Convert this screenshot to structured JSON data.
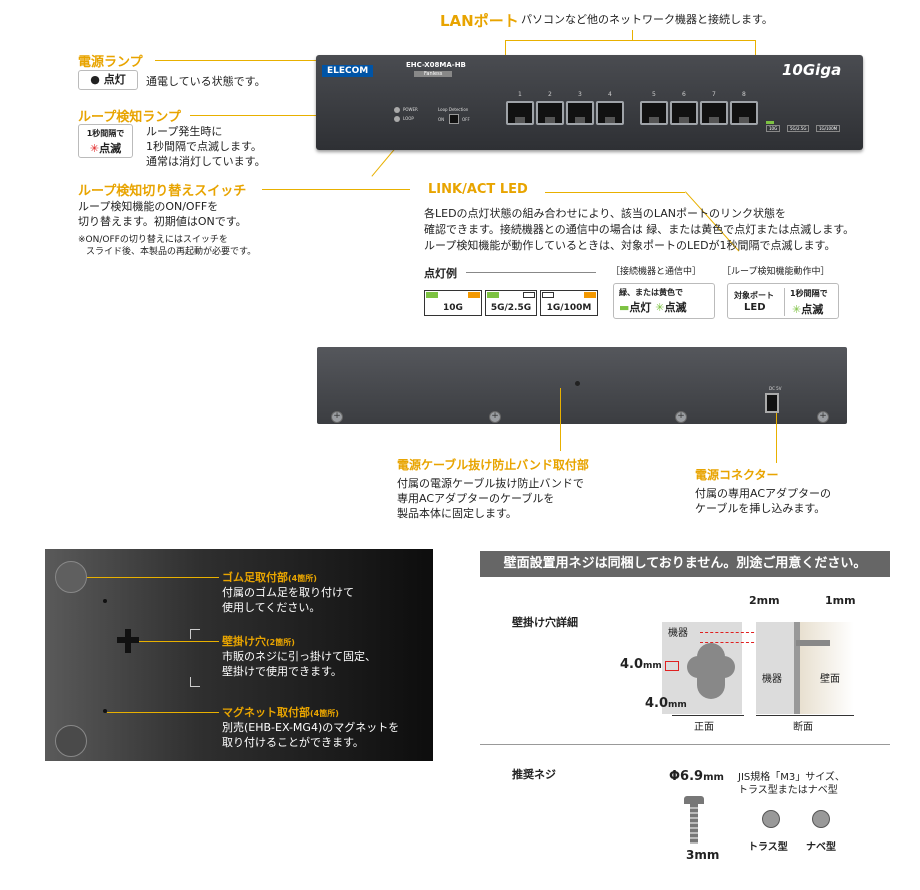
{
  "lan_port": {
    "title": "LANポート",
    "desc": "パソコンなど他のネットワーク機器と接続します。"
  },
  "power_lamp": {
    "title": "電源ランプ",
    "badge": "● 点灯",
    "desc": "通電している状態です。"
  },
  "loop_lamp": {
    "title": "ループ検知ランプ",
    "badge_top": "1秒間隔で",
    "badge_bottom": "点滅",
    "desc1": "ループ発生時に",
    "desc2": "1秒間隔で点滅します。",
    "desc3": "通常は消灯しています。"
  },
  "loop_switch": {
    "title": "ループ検知切り替えスイッチ",
    "desc1": "ループ検知機能のON/OFFを",
    "desc2": "切り替えます。初期値はONです。",
    "note1": "※ON/OFFの切り替えにはスイッチを",
    "note2": "スライド後、本製品の再起動が必要です。"
  },
  "device": {
    "brand": "ELECOM",
    "model": "EHC-X08MA-HB",
    "model_sub": "Fanless",
    "power_label": "POWER",
    "loop_label": "LOOP",
    "loop_detect_label": "Loop Detection",
    "on": "ON",
    "off": "OFF",
    "logo": "10Giga",
    "ports": [
      "1",
      "2",
      "3",
      "4",
      "5",
      "6",
      "7",
      "8"
    ],
    "led_legend": [
      "10G",
      "5G/2.5G",
      "1G/100M"
    ],
    "dc_label": "DC 5V"
  },
  "link_led": {
    "title": "LINK/ACT LED",
    "desc1": "各LEDの点灯状態の組み合わせにより、該当のLANポートのリンク状態を",
    "desc2": "確認できます。接続機器との通信中の場合は 緑、または黄色で点灯または点滅します。",
    "desc3": "ループ検知機能が動作しているときは、対象ポートのLEDが1秒間隔で点滅します。",
    "example_label": "点灯例",
    "examples": [
      "10G",
      "5G/2.5G",
      "1G/100M"
    ],
    "comm_label": "［接続機器と通信中］",
    "comm_line1": "緑、または黄色で",
    "comm_lit": "点灯",
    "comm_blink": "点滅",
    "loop_label": "［ループ検知機能動作中］",
    "loop_target1": "対象ポート",
    "loop_target2": "LED",
    "loop_interval": "1秒間隔で",
    "loop_blink": "点滅"
  },
  "rear": {
    "band": {
      "title": "電源ケーブル抜け防止バンド取付部",
      "desc1": "付属の電源ケーブル抜け防止バンドで",
      "desc2": "専用ACアダプターのケーブルを",
      "desc3": "製品本体に固定します。"
    },
    "connector": {
      "title": "電源コネクター",
      "desc1": "付属の専用ACアダプターの",
      "desc2": "ケーブルを挿し込みます。"
    }
  },
  "bottom": {
    "rubber": {
      "title": "ゴム足取付部",
      "count": "(4箇所)",
      "desc1": "付属のゴム足を取り付けて",
      "desc2": "使用してください。"
    },
    "hook": {
      "title": "壁掛け穴",
      "count": "(2箇所)",
      "desc1": "市販のネジに引っ掛けて固定、",
      "desc2": "壁掛けで使用できます。"
    },
    "magnet": {
      "title": "マグネット取付部",
      "count": "(4箇所)",
      "desc1": "別売(EHB-EX-MG4)のマグネットを",
      "desc2": "取り付けることができます。"
    }
  },
  "wall": {
    "banner": "壁面設置用ネジは同梱しておりません。別途ご用意ください。",
    "hole_label": "壁掛け穴詳細",
    "dim_2mm": "2mm",
    "dim_1mm": "1mm",
    "device_label": "機器",
    "device_label2": "機器",
    "wall_label": "壁面",
    "dim_40a": "4.0",
    "dim_40b": "4.0",
    "mm": "mm",
    "front": "正面",
    "section": "断面",
    "screw_label": "推奨ネジ",
    "phi": "Φ6.9",
    "spec1": "JIS規格「M3」サイズ、",
    "spec2": "トラス型またはナベ型",
    "dim_3mm": "3mm",
    "truss": "トラス型",
    "pan": "ナベ型"
  },
  "colors": {
    "accent": "#e8a400",
    "green": "#7dc242",
    "orange": "#f39800"
  }
}
